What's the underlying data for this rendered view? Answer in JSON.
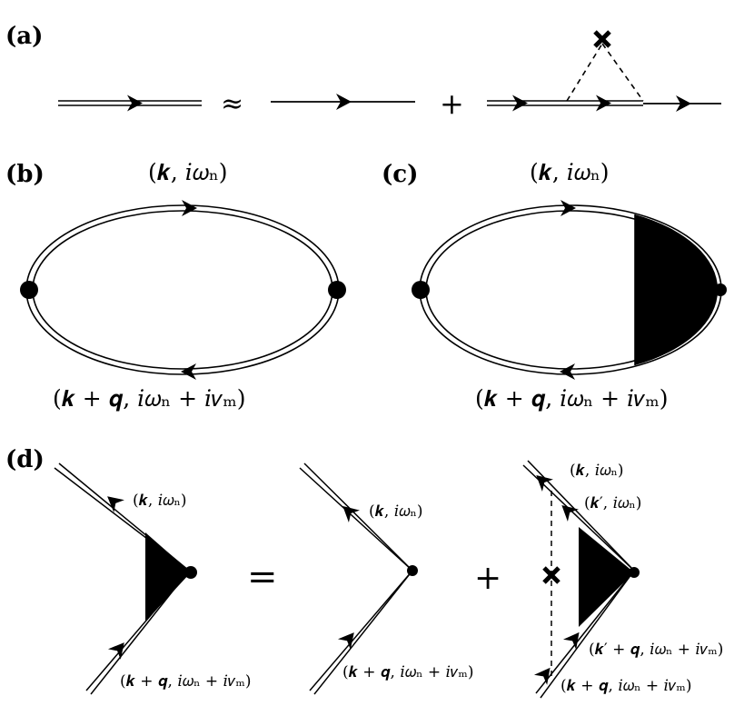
{
  "panels": {
    "a": "(a)",
    "b": "(b)",
    "c": "(c)",
    "d": "(d)"
  },
  "operators": {
    "approx": "≈",
    "plus": "+",
    "equals": "="
  },
  "labels": {
    "b_top": "(𝒌, 𝑖𝜔ₙ)",
    "b_bottom": "(𝒌 + 𝒒, 𝑖𝜔ₙ + 𝑖𝜈ₘ)",
    "c_top": "(𝒌, 𝑖𝜔ₙ)",
    "c_bottom": "(𝒌 + 𝒒, 𝑖𝜔ₙ + 𝑖𝜈ₘ)",
    "d1_top": "(𝒌, 𝑖𝜔ₙ)",
    "d1_bottom": "(𝒌 + 𝒒, 𝑖𝜔ₙ + 𝑖𝜈ₘ)",
    "d2_top": "(𝒌, 𝑖𝜔ₙ)",
    "d2_bottom": "(𝒌 + 𝒒, 𝑖𝜔ₙ + 𝑖𝜈ₘ)",
    "d3_top": "(𝒌, 𝑖𝜔ₙ)",
    "d3_inner_top": "(𝒌′, 𝑖𝜔ₙ)",
    "d3_inner_bottom": "(𝒌′ + 𝒒, 𝑖𝜔ₙ + 𝑖𝜈ₘ)",
    "d3_bottom": "(𝒌 + 𝒒, 𝑖𝜔ₙ + 𝑖𝜈ₘ)"
  }
}
